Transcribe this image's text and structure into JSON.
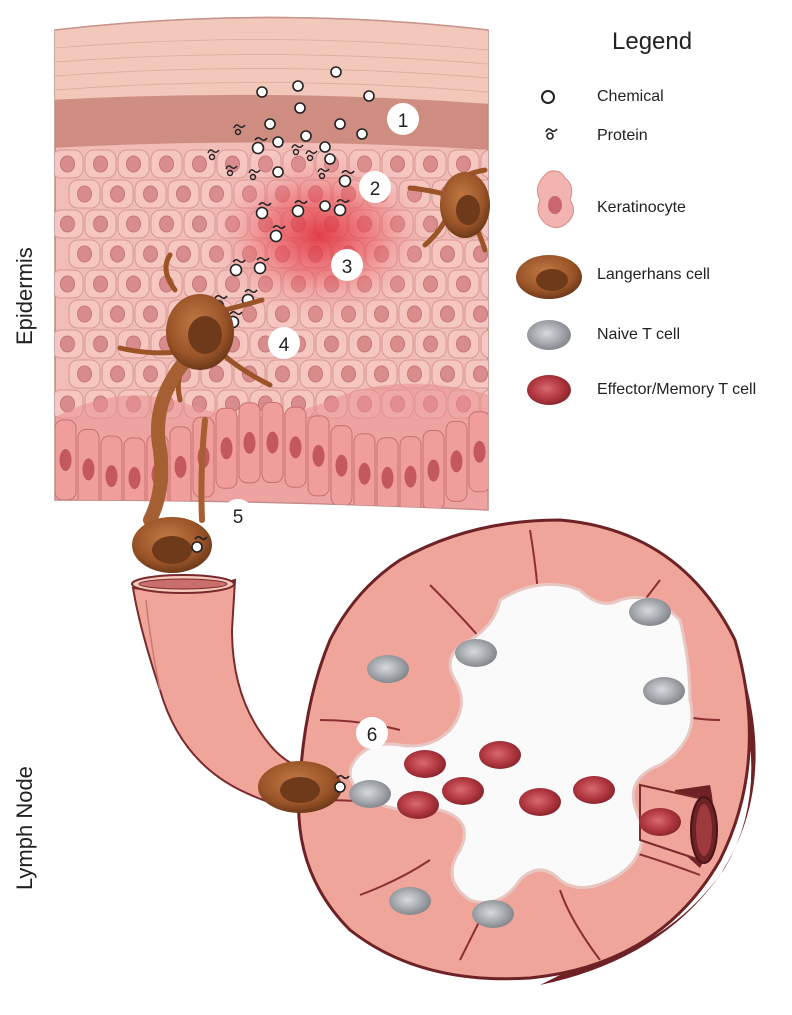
{
  "labels": {
    "epidermis": "Epidermis",
    "lymph_node": "Lymph Node"
  },
  "steps": [
    "1",
    "2",
    "3",
    "4",
    "5",
    "6"
  ],
  "legend": {
    "title": "Legend",
    "items": [
      {
        "label": "Chemical",
        "icon": "chemical-icon"
      },
      {
        "label": "Protein",
        "icon": "protein-icon"
      },
      {
        "label": "Keratinocyte",
        "icon": "keratinocyte-icon"
      },
      {
        "label": "Langerhans cell",
        "icon": "langerhans-cell-icon"
      },
      {
        "label": "Naive T cell",
        "icon": "naive-t-cell-icon"
      },
      {
        "label": "Effector/Memory T cell",
        "icon": "effector-memory-t-cell-icon"
      }
    ]
  },
  "colors": {
    "skin_base": "#f0b9b4",
    "skin_dark": "#c97a78",
    "stratum_corneum": "#f1c6b7",
    "inflammation": "#e0303c",
    "langerhans": "#a0592c",
    "naive_t": "#9ea2a8",
    "effector_t": "#b23a42",
    "lymph_fill": "#f0a59b",
    "lymph_outline": "#7a2a2c"
  }
}
